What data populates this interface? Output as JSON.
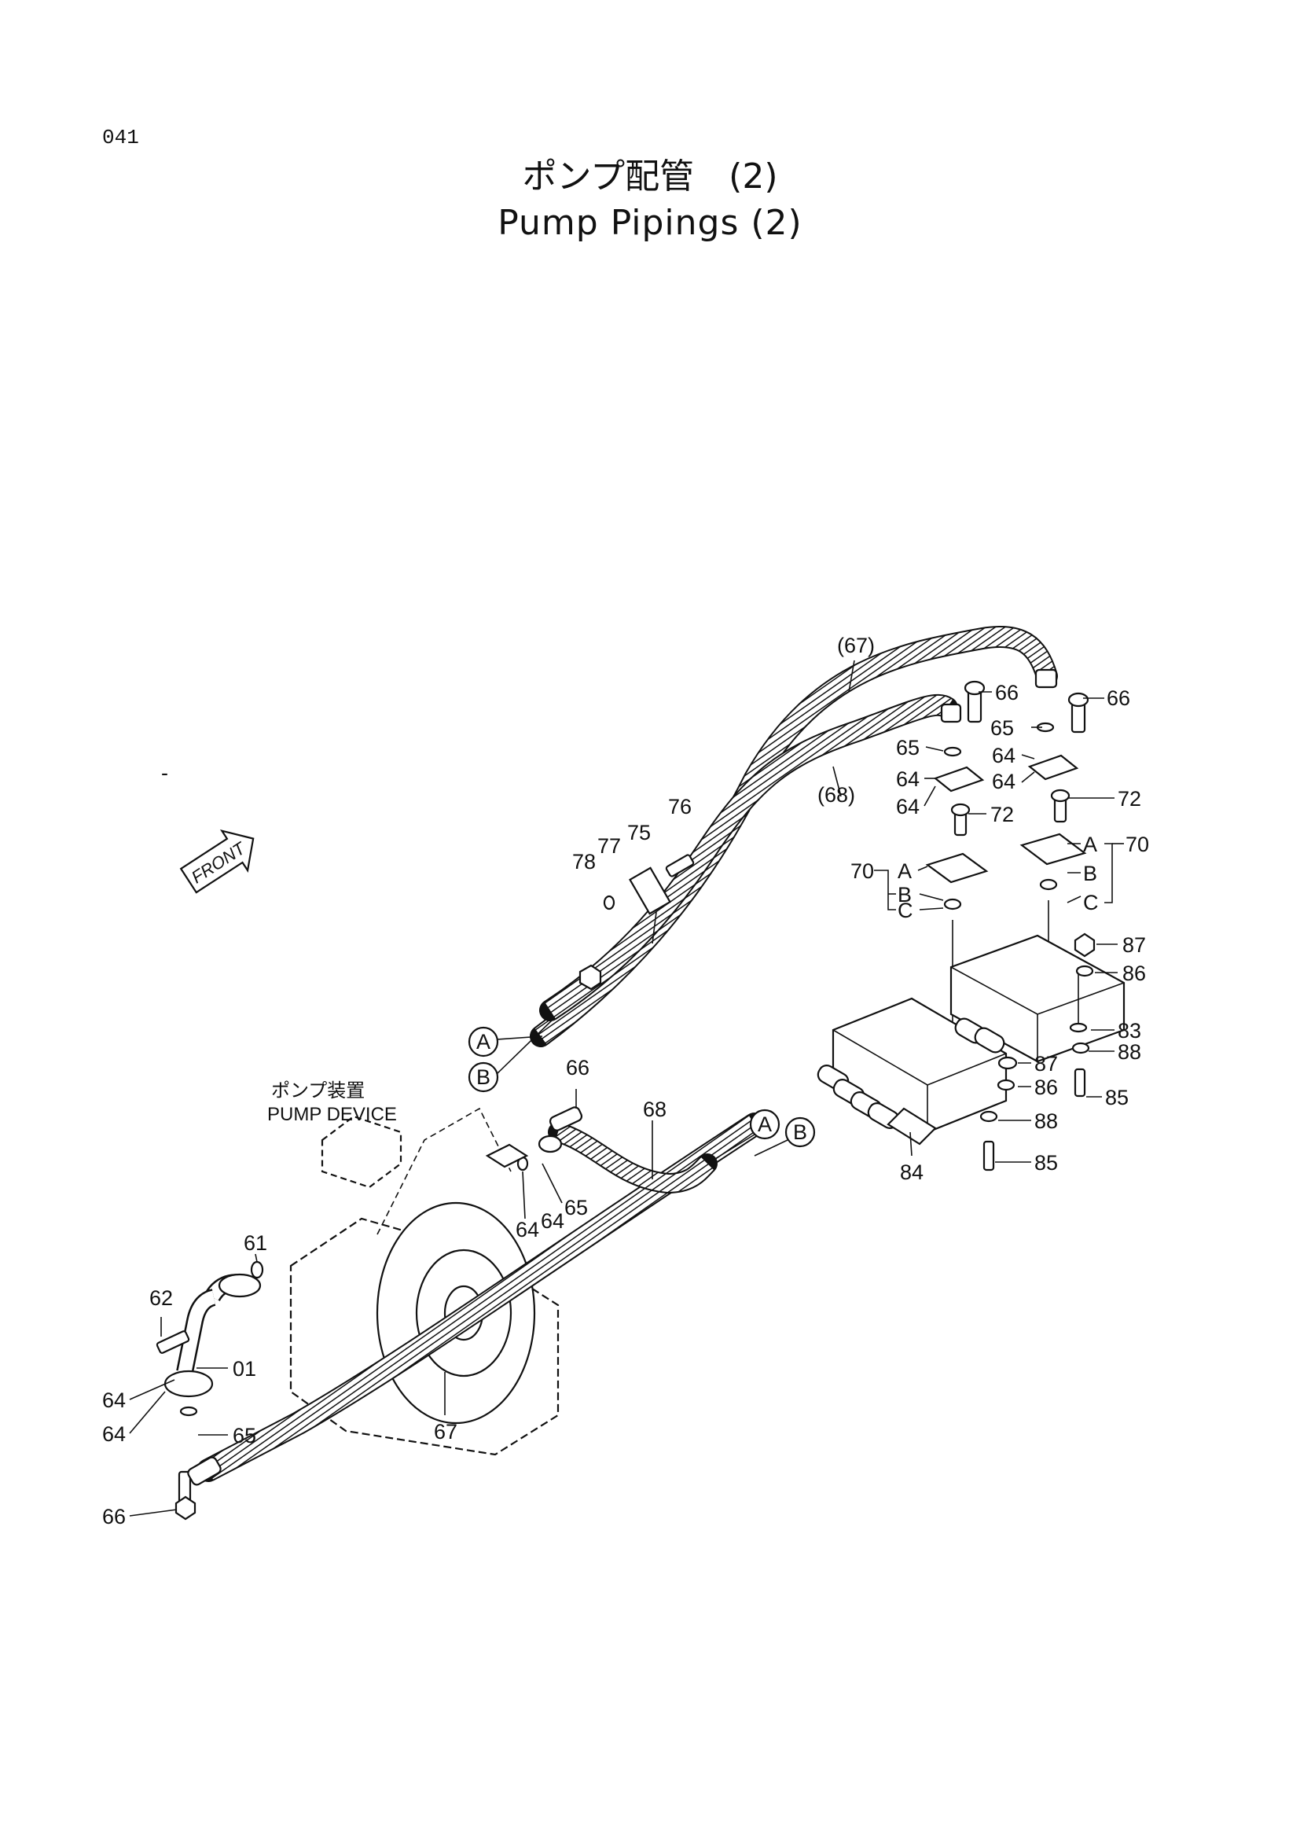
{
  "page": {
    "id": "041"
  },
  "title": {
    "japanese": "ポンプ配管　(2)",
    "english": "Pump Pipings (2)"
  },
  "front_label": "FRONT",
  "dash_mark": "-",
  "pump_device": {
    "japanese": "ポンプ装置",
    "english": "PUMP DEVICE"
  },
  "circle_labels": {
    "a": "A",
    "b": "B"
  },
  "callouts": {
    "c67_paren": "(67)",
    "c68_paren": "(68)",
    "c66_top_mid": "66",
    "c66_top_right": "66",
    "c65_mid": "65",
    "c65_right": "65",
    "c64_mid_a": "64",
    "c64_mid_b": "64",
    "c64_right_a": "64",
    "c64_right_b": "64",
    "c72_mid": "72",
    "c72_right": "72",
    "c70_left": "70",
    "c70_right": "70",
    "abc_left_a": "A",
    "abc_left_b": "B",
    "abc_left_c": "C",
    "abc_right_a": "A",
    "abc_right_b": "B",
    "abc_right_c": "C",
    "c76": "76",
    "c75": "75",
    "c77": "77",
    "c78": "78",
    "c87_top": "87",
    "c86_top": "86",
    "c83": "83",
    "c88_top": "88",
    "c87_bottom": "87",
    "c86_bottom": "86",
    "c85_top": "85",
    "c88_bottom": "88",
    "c85_bottom": "85",
    "c84": "84",
    "c66_center": "66",
    "c68_center": "68",
    "c64_center_a": "64",
    "c64_center_b": "64",
    "c65_center": "65",
    "c61": "61",
    "c62": "62",
    "c01": "01",
    "c64_bl_a": "64",
    "c64_bl_b": "64",
    "c65_bl": "65",
    "c66_bl": "66",
    "c67_bottom": "67"
  }
}
